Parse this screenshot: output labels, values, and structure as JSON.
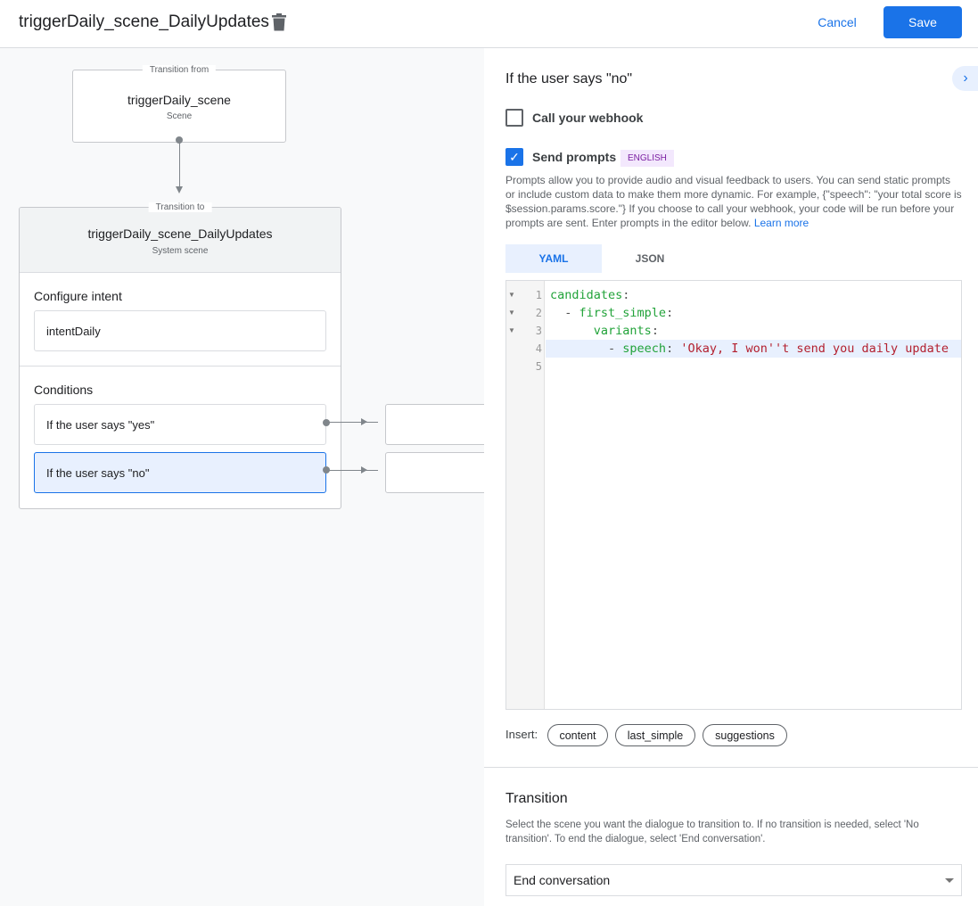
{
  "header": {
    "title": "triggerDaily_scene_DailyUpdates",
    "delete_icon": "trash-icon",
    "cancel": "Cancel",
    "save": "Save"
  },
  "canvas": {
    "from": {
      "legend": "Transition from",
      "name": "triggerDaily_scene",
      "type": "Scene"
    },
    "to": {
      "legend": "Transition to",
      "name": "triggerDaily_scene_DailyUpdates",
      "type": "System scene"
    },
    "intent_heading": "Configure intent",
    "intent": "intentDaily",
    "conditions_heading": "Conditions",
    "conditions": [
      "If the user says \"yes\"",
      "If the user says \"no\""
    ],
    "selected_condition": 1
  },
  "panel": {
    "heading": "If the user says \"no\"",
    "webhook": {
      "label": "Call your webhook",
      "checked": false
    },
    "prompts": {
      "label": "Send prompts",
      "checked": true,
      "badge": "ENGLISH",
      "description": "Prompts allow you to provide audio and visual feedback to users. You can send static prompts or include custom data to make them more dynamic. For example, {\"speech\": \"your total score is $session.params.score.\"} If you choose to call your webhook, your code will be run before your prompts are sent. Enter prompts in the editor below.",
      "learn_more": "Learn more"
    },
    "tabs": [
      "YAML",
      "JSON"
    ],
    "active_tab": "YAML",
    "code": [
      {
        "n": "1",
        "indent": "",
        "key": "candidates",
        "punct": ":",
        "value": ""
      },
      {
        "n": "2",
        "indent": "  - ",
        "key": "first_simple",
        "punct": ":",
        "value": ""
      },
      {
        "n": "3",
        "indent": "      ",
        "key": "variants",
        "punct": ":",
        "value": ""
      },
      {
        "n": "4",
        "indent": "        - ",
        "key": "speech",
        "punct": ": ",
        "value": "'Okay, I won''t send you daily update"
      },
      {
        "n": "5",
        "indent": "",
        "key": "",
        "punct": "",
        "value": ""
      }
    ],
    "insert_label": "Insert:",
    "insert_chips": [
      "content",
      "last_simple",
      "suggestions"
    ],
    "transition": {
      "heading": "Transition",
      "description": "Select the scene you want the dialogue to transition to. If no transition is needed, select 'No transition'. To end the dialogue, select 'End conversation'.",
      "value": "End conversation"
    }
  },
  "colors": {
    "accent": "#1a73e8",
    "selected_bg": "#e8f0fe",
    "badge_bg": "#f3e8fd",
    "badge_text": "#7b1fa2"
  }
}
